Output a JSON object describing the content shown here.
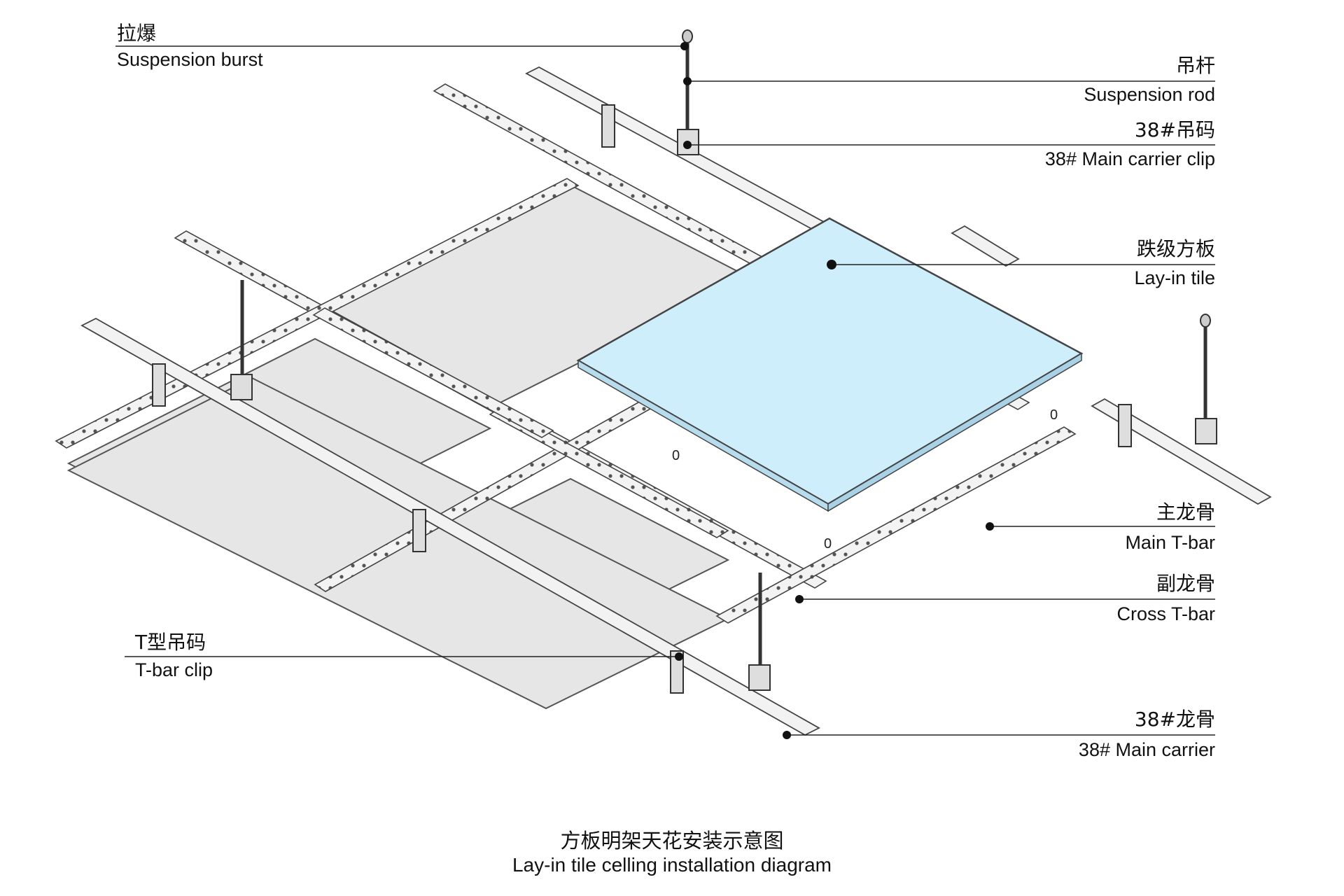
{
  "labels": {
    "suspension_burst": {
      "cn": "拉爆",
      "en": "Suspension burst"
    },
    "suspension_rod": {
      "cn": "吊杆",
      "en": "Suspension rod"
    },
    "main_carrier_clip": {
      "cn": "38#吊码",
      "en": "38# Main carrier clip"
    },
    "lay_in_tile": {
      "cn": "跌级方板",
      "en": "Lay-in tile"
    },
    "main_tbar": {
      "cn": "主龙骨",
      "en": "Main T-bar"
    },
    "cross_tbar": {
      "cn": "副龙骨",
      "en": "Cross T-bar"
    },
    "tbar_clip": {
      "cn": "T型吊码",
      "en": "T-bar clip"
    },
    "main_carrier": {
      "cn": "38#龙骨",
      "en": "38# Main carrier"
    }
  },
  "openings": [
    "0",
    "0",
    "0"
  ],
  "caption": {
    "cn": "方板明架天花安装示意图",
    "en": "Lay-in tile celling installation diagram"
  },
  "colors": {
    "tile": "#cfeefb",
    "panel": "#e6e6e6",
    "rail": "#f2f2f2",
    "line": "#333333"
  }
}
